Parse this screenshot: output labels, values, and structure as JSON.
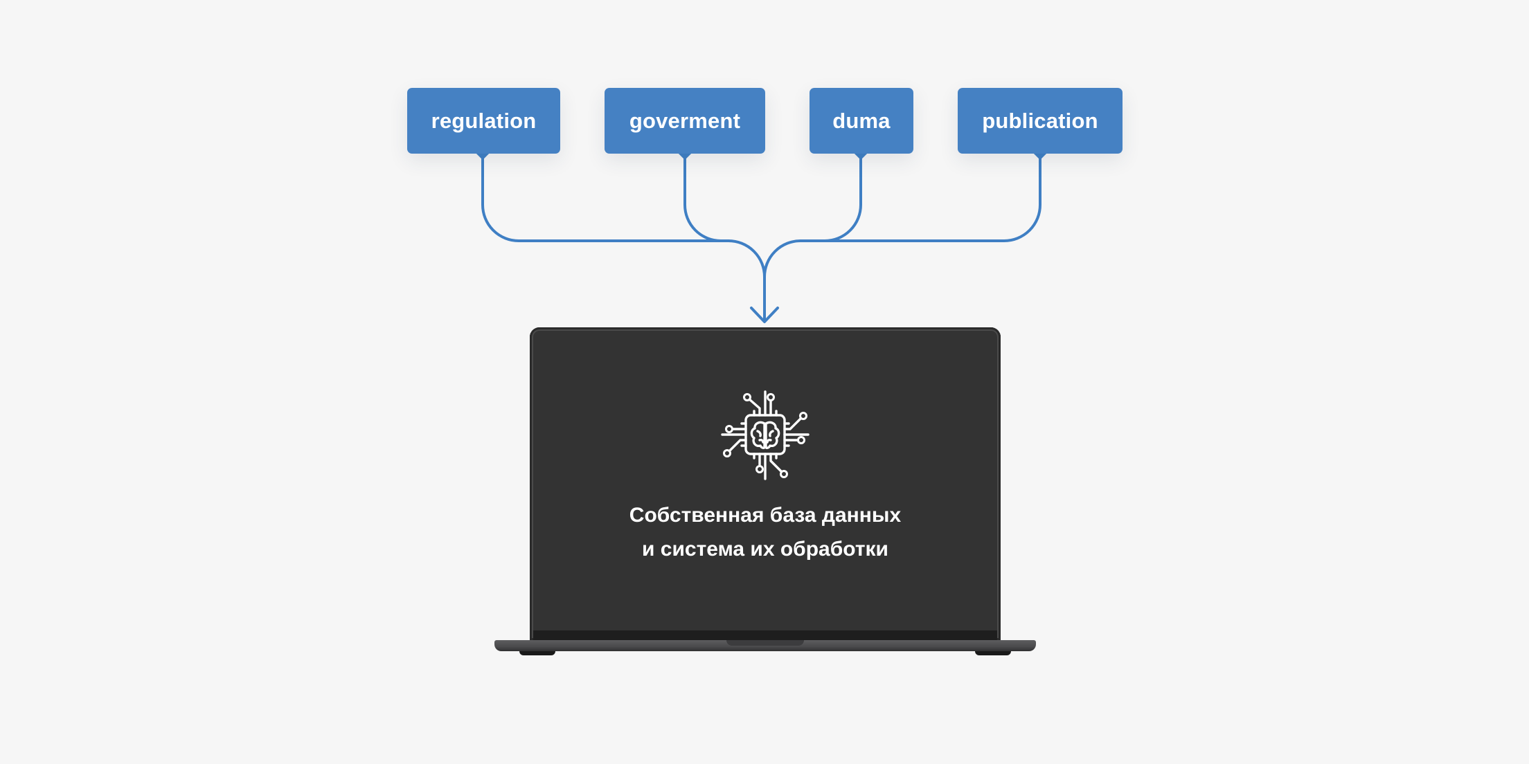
{
  "sources": [
    {
      "label": "regulation"
    },
    {
      "label": "goverment"
    },
    {
      "label": "duma"
    },
    {
      "label": "publication"
    }
  ],
  "target": {
    "line1": "Собственная база данных",
    "line2": "и система их обработки",
    "icon": "ai-chip-brain-icon"
  },
  "colors": {
    "box": "#4581c3",
    "connector": "#3f7fc4",
    "background": "#f6f6f6",
    "screen": "#333333",
    "caption": "#ffffff"
  }
}
